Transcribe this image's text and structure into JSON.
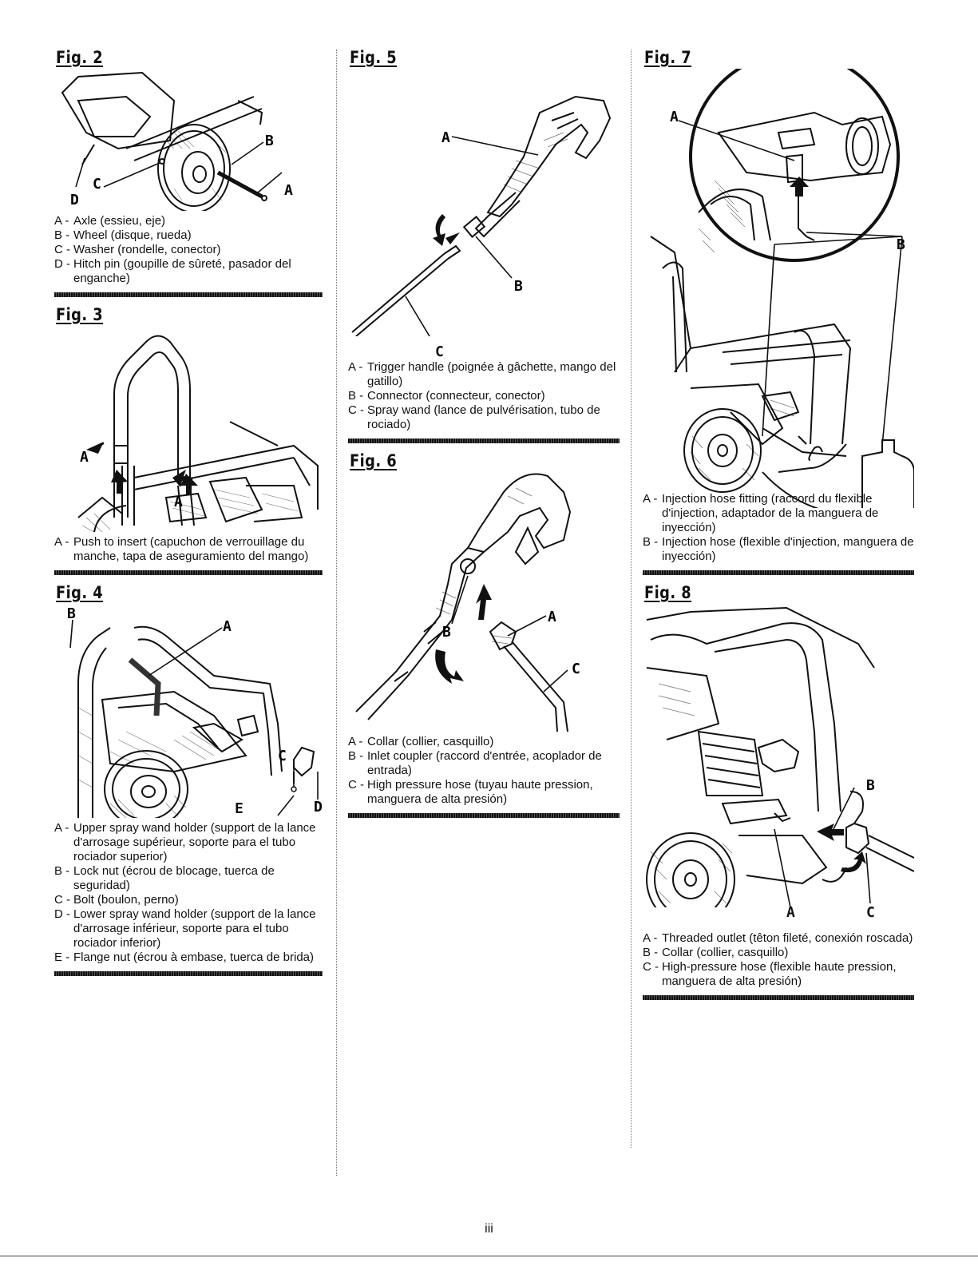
{
  "page": {
    "number": "iii"
  },
  "figures": {
    "fig2": {
      "title": "Fig. 2",
      "labels": {
        "a": "A",
        "b": "B",
        "c": "C",
        "d": "D"
      },
      "captions": [
        {
          "letter": "A -",
          "text": "Axle (essieu, eje)"
        },
        {
          "letter": "B -",
          "text": "Wheel (disque, rueda)"
        },
        {
          "letter": "C -",
          "text": "Washer (rondelle, conector)"
        },
        {
          "letter": "D -",
          "text": "Hitch pin (goupille de sûreté, pasador del enganche)"
        }
      ]
    },
    "fig3": {
      "title": "Fig. 3",
      "labels": {
        "a1": "A",
        "a2": "A"
      },
      "captions": [
        {
          "letter": "A -",
          "text": "Push to insert (capuchon de verrouillage du manche, tapa de aseguramiento del mango)"
        }
      ]
    },
    "fig4": {
      "title": "Fig. 4",
      "labels": {
        "a": "A",
        "b": "B",
        "c": "C",
        "d": "D",
        "e": "E"
      },
      "captions": [
        {
          "letter": "A -",
          "text": "Upper spray wand holder (support de la lance d'arrosage supérieur, soporte para el tubo rociador superior)"
        },
        {
          "letter": "B -",
          "text": "Lock nut (écrou de blocage, tuerca de seguridad)"
        },
        {
          "letter": "C -",
          "text": "Bolt (boulon, perno)"
        },
        {
          "letter": "D -",
          "text": "Lower spray wand holder (support de la lance d'arrosage inférieur, soporte para el tubo rociador inferior)"
        },
        {
          "letter": "E -",
          "text": "Flange nut (écrou à embase, tuerca de brida)"
        }
      ]
    },
    "fig5": {
      "title": "Fig. 5",
      "labels": {
        "a": "A",
        "b": "B",
        "c": "C"
      },
      "captions": [
        {
          "letter": "A -",
          "text": "Trigger handle (poignée à gâchette, mango del gatillo)"
        },
        {
          "letter": "B -",
          "text": "Connector (connecteur, conector)"
        },
        {
          "letter": "C -",
          "text": "Spray wand (lance de pulvérisation, tubo de rociado)"
        }
      ]
    },
    "fig6": {
      "title": "Fig. 6",
      "labels": {
        "a": "A",
        "b": "B",
        "c": "C"
      },
      "captions": [
        {
          "letter": "A -",
          "text": "Collar (collier, casquillo)"
        },
        {
          "letter": "B -",
          "text": "Inlet coupler (raccord d'entrée, acoplador de entrada)"
        },
        {
          "letter": "C -",
          "text": "High pressure hose (tuyau haute pression, manguera de alta presión)"
        }
      ]
    },
    "fig7": {
      "title": "Fig. 7",
      "labels": {
        "a": "A",
        "b": "B"
      },
      "captions": [
        {
          "letter": "A -",
          "text": "Injection hose fitting (raccord du flexible d'injection, adaptador de la manguera de inyección)"
        },
        {
          "letter": "B -",
          "text": "Injection hose (flexible d'injection, manguera de inyección)"
        }
      ]
    },
    "fig8": {
      "title": "Fig. 8",
      "labels": {
        "a": "A",
        "b": "B",
        "c": "C"
      },
      "captions": [
        {
          "letter": "A -",
          "text": "Threaded outlet (têton fileté, conexión roscada)"
        },
        {
          "letter": "B -",
          "text": "Collar (collier, casquillo)"
        },
        {
          "letter": "C -",
          "text": "High-pressure hose (flexible haute pression, manguera de alta presión)"
        }
      ]
    }
  }
}
